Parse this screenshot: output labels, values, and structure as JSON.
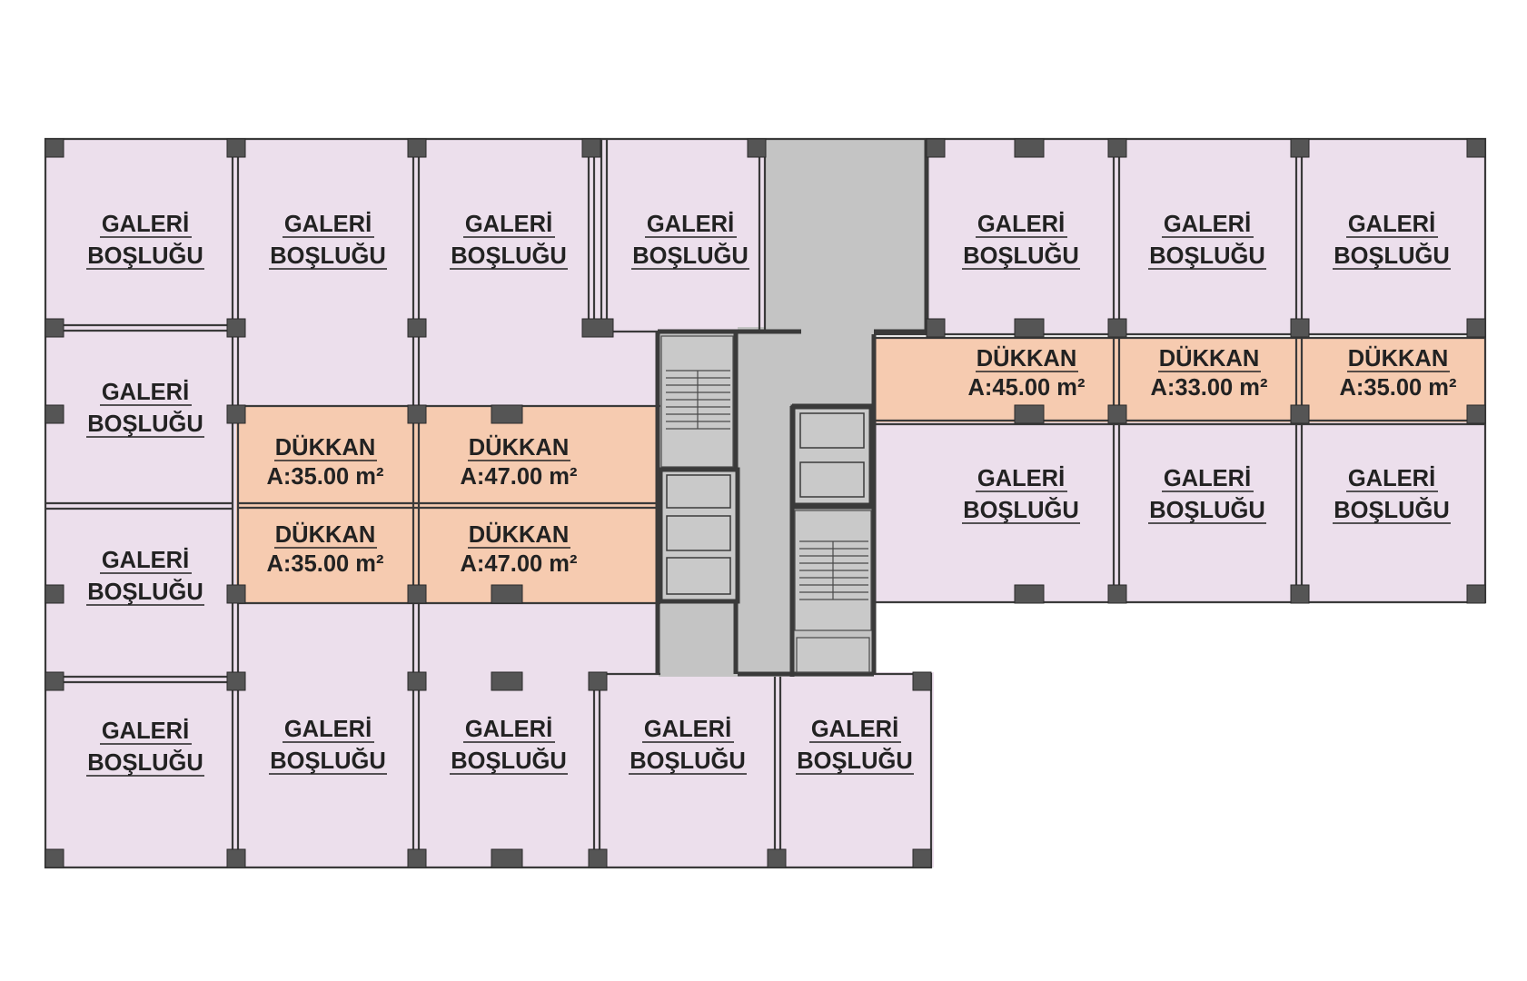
{
  "labels": {
    "gallery_line1": "GALERİ",
    "gallery_line2": "BOŞLUĞU",
    "shop": "DÜKKAN"
  },
  "shops": [
    {
      "name": "DÜKKAN",
      "area": "A:35.00 m²"
    },
    {
      "name": "DÜKKAN",
      "area": "A:47.00 m²"
    },
    {
      "name": "DÜKKAN",
      "area": "A:35.00 m²"
    },
    {
      "name": "DÜKKAN",
      "area": "A:47.00 m²"
    },
    {
      "name": "DÜKKAN",
      "area": "A:45.00 m²"
    },
    {
      "name": "DÜKKAN",
      "area": "A:33.00 m²"
    },
    {
      "name": "DÜKKAN",
      "area": "A:35.00 m²"
    }
  ],
  "colors": {
    "gallery_fill": "#ecdfec",
    "shop_fill": "#f6cbb0",
    "core_fill": "#c4c4c4",
    "wall": "#3a3a3a",
    "column": "#555555"
  }
}
